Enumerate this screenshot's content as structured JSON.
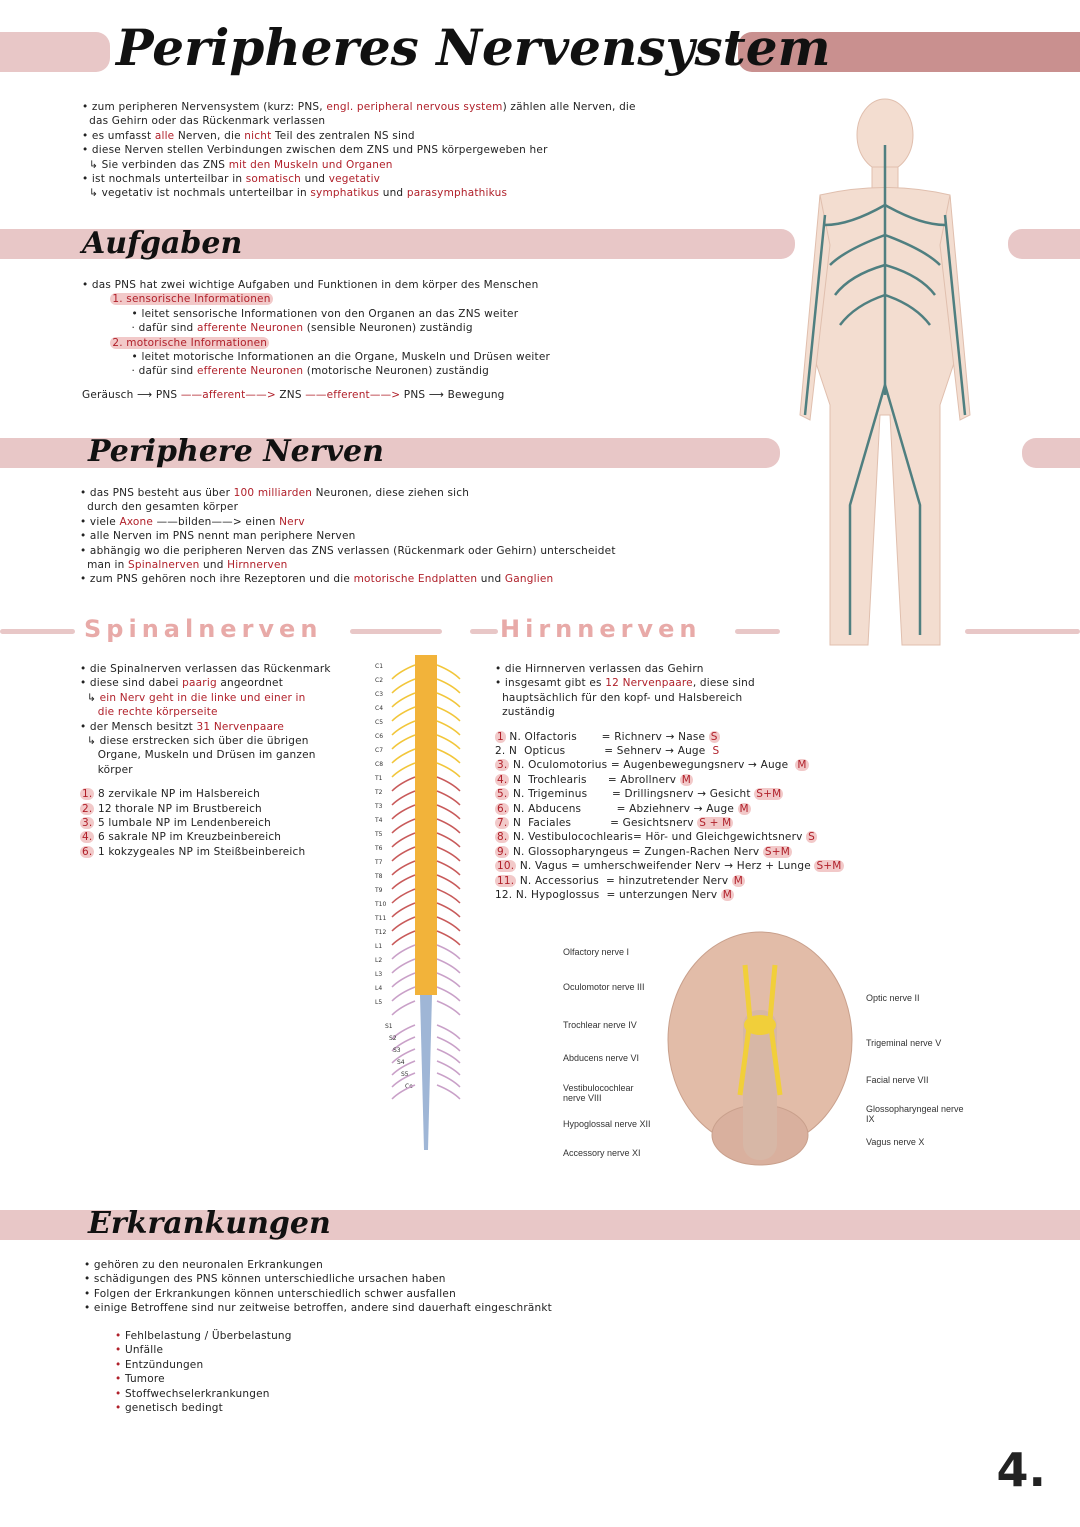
{
  "title": "Peripheres Nervensystem",
  "intro": [
    [
      {
        "t": "• zum peripheren Nervensystem (kurz: PNS, "
      },
      {
        "t": "engl. peripheral nervous system",
        "r": 1
      },
      {
        "t": ") zählen alle Nerven, die"
      }
    ],
    [
      {
        "t": "  das Gehirn oder das Rückenmark verlassen"
      }
    ],
    [
      {
        "t": "• es umfasst "
      },
      {
        "t": "alle",
        "r": 1
      },
      {
        "t": " Nerven, die "
      },
      {
        "t": "nicht",
        "r": 1
      },
      {
        "t": " Teil des zentralen NS sind"
      }
    ],
    [
      {
        "t": "• diese Nerven stellen Verbindungen zwischen dem ZNS und PNS körpergeweben her"
      }
    ],
    [
      {
        "t": "  ↳ Sie verbinden das ZNS "
      },
      {
        "t": "mit den Muskeln und Organen",
        "r": 1
      }
    ],
    [
      {
        "t": "• ist nochmals unterteilbar in "
      },
      {
        "t": "somatisch",
        "r": 1
      },
      {
        "t": " und "
      },
      {
        "t": "vegetativ",
        "r": 1
      }
    ],
    [
      {
        "t": "  ↳ vegetativ ist nochmals unterteilbar in "
      },
      {
        "t": "symphatikus",
        "r": 1
      },
      {
        "t": " und "
      },
      {
        "t": "parasymphathikus",
        "r": 1
      }
    ]
  ],
  "aufgaben": {
    "title": "Aufgaben",
    "lines": [
      [
        {
          "t": "• das PNS hat zwei wichtige Aufgaben und Funktionen in dem körper des Menschen"
        }
      ],
      [
        {
          "t": "        "
        },
        {
          "t": "1. sensorische Informationen",
          "r": 1,
          "h": 1
        }
      ],
      [
        {
          "t": "              • leitet sensorische Informationen von den Organen an das ZNS weiter"
        }
      ],
      [
        {
          "t": "              · dafür sind "
        },
        {
          "t": "afferente Neuronen",
          "r": 1
        },
        {
          "t": " (sensible Neuronen) zuständig"
        }
      ],
      [
        {
          "t": "        "
        },
        {
          "t": "2. motorische Informationen",
          "r": 1,
          "h": 1
        }
      ],
      [
        {
          "t": "              • leitet motorische Informationen an die Organe, Muskeln und Drüsen weiter"
        }
      ],
      [
        {
          "t": "              · dafür sind "
        },
        {
          "t": "efferente Neuronen",
          "r": 1
        },
        {
          "t": " (motorische Neuronen) zuständig"
        }
      ]
    ],
    "flow": [
      {
        "t": "Geräusch ⟶ PNS "
      },
      {
        "t": "——afferent——>",
        "r": 1
      },
      {
        "t": " ZNS "
      },
      {
        "t": "——efferent——>",
        "r": 1
      },
      {
        "t": " PNS ⟶ Bewegung"
      }
    ]
  },
  "periphere": {
    "title": "Periphere Nerven",
    "lines": [
      [
        {
          "t": "• das PNS besteht aus über "
        },
        {
          "t": "100 milliarden",
          "r": 1
        },
        {
          "t": " Neuronen, diese ziehen sich"
        }
      ],
      [
        {
          "t": "  durch den gesamten körper"
        }
      ],
      [
        {
          "t": "• viele "
        },
        {
          "t": "Axone",
          "r": 1
        },
        {
          "t": " ——bilden——> einen "
        },
        {
          "t": "Nerv",
          "r": 1
        }
      ],
      [
        {
          "t": "• alle Nerven im PNS nennt man periphere Nerven"
        }
      ],
      [
        {
          "t": "• abhängig wo die peripheren Nerven das ZNS verlassen (Rückenmark oder Gehirn) unterscheidet"
        }
      ],
      [
        {
          "t": "  man in "
        },
        {
          "t": "Spinalnerven",
          "r": 1
        },
        {
          "t": " und "
        },
        {
          "t": "Hirnnerven",
          "r": 1
        }
      ],
      [
        {
          "t": "• zum PNS gehören noch ihre Rezeptoren und die "
        },
        {
          "t": "motorische Endplatten",
          "r": 1
        },
        {
          "t": " und "
        },
        {
          "t": "Ganglien",
          "r": 1
        }
      ]
    ]
  },
  "spinal": {
    "title": "Spinalnerven",
    "lines": [
      [
        {
          "t": "• die Spinalnerven verlassen das Rückenmark"
        }
      ],
      [
        {
          "t": "• diese sind dabei "
        },
        {
          "t": "paarig",
          "r": 1
        },
        {
          "t": " angeordnet"
        }
      ],
      [
        {
          "t": "  ↳ "
        },
        {
          "t": "ein Nerv geht in die linke und einer in",
          "r": 1
        }
      ],
      [
        {
          "t": "     "
        },
        {
          "t": "die rechte körperseite",
          "r": 1
        }
      ],
      [
        {
          "t": "• der Mensch besitzt "
        },
        {
          "t": "31 Nervenpaare",
          "r": 1
        }
      ],
      [
        {
          "t": "  ↳ diese erstrecken sich über die übrigen"
        }
      ],
      [
        {
          "t": "     Organe, Muskeln und Drüsen im ganzen"
        }
      ],
      [
        {
          "t": "     körper"
        }
      ],
      [
        {
          "t": ""
        }
      ],
      [
        {
          "t": "1.",
          "r": 1,
          "h": 1
        },
        {
          "t": " 8 zervikale NP im Halsbereich"
        }
      ],
      [
        {
          "t": "2.",
          "r": 1,
          "h": 1
        },
        {
          "t": " 12 thorale NP im Brustbereich"
        }
      ],
      [
        {
          "t": "3.",
          "r": 1,
          "h": 1
        },
        {
          "t": " 5 lumbale NP im Lendenbereich"
        }
      ],
      [
        {
          "t": "4.",
          "r": 1,
          "h": 1
        },
        {
          "t": " 6 sakrale NP im Kreuzbeinbereich"
        }
      ],
      [
        {
          "t": "6.",
          "r": 1,
          "h": 1
        },
        {
          "t": " 1 kokzygeales NP im Steißbeinbereich"
        }
      ]
    ],
    "labels": [
      "C1",
      "C2",
      "C3",
      "C4",
      "C5",
      "C6",
      "C7",
      "C8",
      "T1",
      "T2",
      "T3",
      "T4",
      "T5",
      "T6",
      "T7",
      "T8",
      "T9",
      "T10",
      "T11",
      "T12",
      "L1",
      "L2",
      "L3",
      "L4",
      "L5",
      "S1",
      "S2",
      "S3",
      "S4",
      "S5",
      "Co"
    ]
  },
  "hirn": {
    "title": "Hirnnerven",
    "lines": [
      [
        {
          "t": "• die Hirnnerven verlassen das Gehirn"
        }
      ],
      [
        {
          "t": "• insgesamt gibt es "
        },
        {
          "t": "12 Nervenpaare",
          "r": 1
        },
        {
          "t": ", diese sind"
        }
      ],
      [
        {
          "t": "  hauptsächlich für den kopf- und Halsbereich"
        }
      ],
      [
        {
          "t": "  zuständig"
        }
      ],
      [
        {
          "t": ""
        }
      ],
      [
        {
          "t": "1",
          "r": 1,
          "h": 1
        },
        {
          "t": " N. Olfactoris       = Richnerv → Nase "
        },
        {
          "t": "S",
          "r": 1,
          "h": 1
        }
      ],
      [
        {
          "t": "2. N  Opticus           = Sehnerv → Auge  "
        },
        {
          "t": "S",
          "r": 1
        }
      ],
      [
        {
          "t": "3.",
          "r": 1,
          "h": 1
        },
        {
          "t": " N. Oculomotorius = Augenbewegungsnerv → Auge  "
        },
        {
          "t": "M",
          "r": 1,
          "h": 1
        }
      ],
      [
        {
          "t": "4.",
          "r": 1,
          "h": 1
        },
        {
          "t": " N  Trochlearis      = Abrollnerv "
        },
        {
          "t": "M",
          "r": 1,
          "h": 1
        }
      ],
      [
        {
          "t": "5.",
          "r": 1,
          "h": 1
        },
        {
          "t": " N. Trigeminus       = Drillingsnerv → Gesicht "
        },
        {
          "t": "S+M",
          "r": 1,
          "h": 1
        }
      ],
      [
        {
          "t": "6.",
          "r": 1,
          "h": 1
        },
        {
          "t": " N. Abducens          = Abziehnerv → Auge "
        },
        {
          "t": "M",
          "r": 1,
          "h": 1
        }
      ],
      [
        {
          "t": "7.",
          "r": 1,
          "h": 1
        },
        {
          "t": " N  Faciales           = Gesichtsnerv "
        },
        {
          "t": "S + M",
          "r": 1,
          "h": 1
        }
      ],
      [
        {
          "t": "8.",
          "r": 1,
          "h": 1
        },
        {
          "t": " N. Vestibulocochlearis= Hör- und Gleichgewichtsnerv "
        },
        {
          "t": "S",
          "r": 1,
          "h": 1
        }
      ],
      [
        {
          "t": "9.",
          "r": 1,
          "h": 1
        },
        {
          "t": " N. Glossopharyngeus = Zungen-Rachen Nerv "
        },
        {
          "t": "S+M",
          "r": 1,
          "h": 1
        }
      ],
      [
        {
          "t": "10.",
          "r": 1,
          "h": 1
        },
        {
          "t": " N. Vagus = umherschweifender Nerv → Herz + Lunge "
        },
        {
          "t": "S+M",
          "r": 1,
          "h": 1
        }
      ],
      [
        {
          "t": "11.",
          "r": 1,
          "h": 1
        },
        {
          "t": " N. Accessorius  = hinzutretender Nerv "
        },
        {
          "t": "M",
          "r": 1,
          "h": 1
        }
      ],
      [
        {
          "t": "12. N. Hypoglossus  = unterzungen Nerv "
        },
        {
          "t": "M",
          "r": 1,
          "h": 1
        }
      ]
    ],
    "brain_labels_left": [
      "Olfactory nerve I",
      "Oculomotor nerve III",
      "Trochlear nerve IV",
      "Abducens nerve VI",
      "Vestibulocochlear nerve VIII",
      "Hypoglossal nerve XII",
      "Accessory nerve XI"
    ],
    "brain_labels_right": [
      "Optic nerve II",
      "Trigeminal nerve V",
      "Facial nerve VII",
      "Glossopharyngeal nerve IX",
      "Vagus nerve X"
    ]
  },
  "erkrankungen": {
    "title": "Erkrankungen",
    "lines": [
      [
        {
          "t": "• gehören zu den neuronalen Erkrankungen"
        }
      ],
      [
        {
          "t": "• schädigungen des PNS können unterschiedliche ursachen haben"
        }
      ],
      [
        {
          "t": "• Folgen der Erkrankungen können unterschiedlich schwer ausfallen"
        }
      ],
      [
        {
          "t": "• einige Betroffene sind nur zeitweise betroffen, andere sind dauerhaft eingeschränkt"
        }
      ]
    ],
    "causes": [
      "Fehlbelastung / Überbelastung",
      "Unfälle",
      "Entzündungen",
      "Tumore",
      "Stoffwechselerkrankungen",
      "genetisch bedingt"
    ]
  },
  "page_number": "4.",
  "colors": {
    "accent_bar": "#e8c7c7",
    "text_red": "#b0202a",
    "nerve": "#4f7f80"
  }
}
